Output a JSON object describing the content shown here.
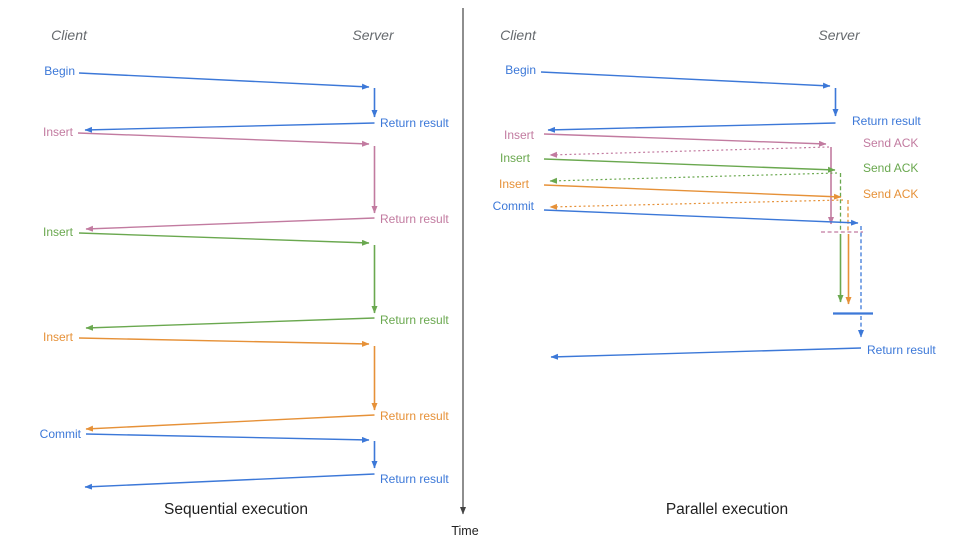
{
  "colors": {
    "blue": "#3c78d8",
    "pink": "#c27ba0",
    "green": "#6aa84f",
    "orange": "#e69138",
    "axis_gray": "#434343",
    "header_gray": "#666a6e"
  },
  "time_axis": {
    "label": "Time"
  },
  "left_panel": {
    "title": "Sequential execution",
    "client_header": "Client",
    "server_header": "Server",
    "messages": [
      {
        "request": "Begin",
        "response": "Return result",
        "color": "#3c78d8"
      },
      {
        "request": "Insert",
        "response": "Return result",
        "color": "#c27ba0"
      },
      {
        "request": "Insert",
        "response": "Return result",
        "color": "#6aa84f"
      },
      {
        "request": "Insert",
        "response": "Return result",
        "color": "#e69138"
      },
      {
        "request": "Commit",
        "response": "Return result",
        "color": "#3c78d8"
      }
    ]
  },
  "right_panel": {
    "title": "Parallel execution",
    "client_header": "Client",
    "server_header": "Server",
    "messages": [
      {
        "request": "Begin",
        "response": "Return result",
        "color": "#3c78d8"
      },
      {
        "request": "Insert",
        "response": "Send ACK",
        "color": "#c27ba0"
      },
      {
        "request": "Insert",
        "response": "Send ACK",
        "color": "#6aa84f"
      },
      {
        "request": "Insert",
        "response": "Send ACK",
        "color": "#e69138"
      },
      {
        "request": "Commit",
        "response": "Return result",
        "color": "#3c78d8"
      }
    ]
  }
}
